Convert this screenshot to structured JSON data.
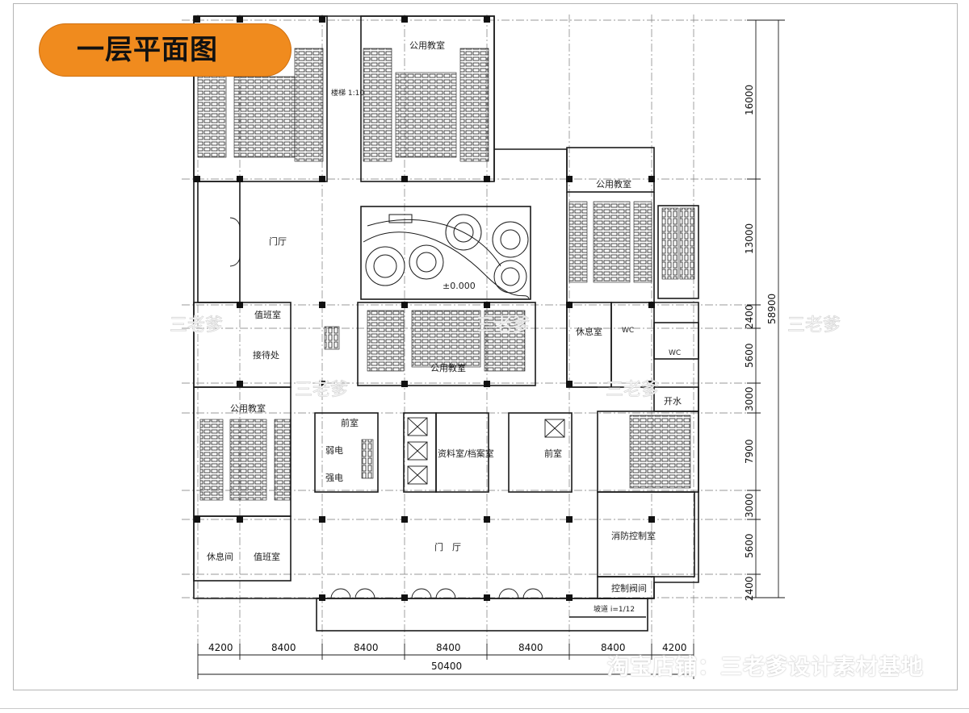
{
  "title": "一层平面图",
  "rooms": {
    "public_classroom": "公用教室",
    "stair_label": "楼梯 1:10",
    "lobby": "门厅",
    "lobby_main": "门　厅",
    "duty_room": "值班室",
    "reception": "接待处",
    "rest_room": "休息室",
    "rest_room2": "休息间",
    "wc": "WC",
    "boiled_water": "开水",
    "front_room": "前室",
    "weak_current": "弱电",
    "strong_current": "强电",
    "archive": "资料室/档案室",
    "fire_control": "消防控制室",
    "valve_room": "控制阀间",
    "ramp_label": "坡道 i=1/12",
    "elevation": "±0.000"
  },
  "dimensions": {
    "horizontal": [
      "4200",
      "8400",
      "8400",
      "8400",
      "8400",
      "8400",
      "4200"
    ],
    "horizontal_total": "50400",
    "vertical": [
      "16000",
      "13000",
      "2400",
      "5600",
      "3000",
      "7900",
      "3000",
      "5600",
      "2400"
    ],
    "vertical_total": "58900"
  },
  "watermarks": {
    "logo": "三老爹",
    "shop": "淘宝店铺：三老爹设计素材基地"
  },
  "colors": {
    "badge": "#f08b1e",
    "line": "#1a1a1a",
    "grid": "#7a7a7a"
  }
}
